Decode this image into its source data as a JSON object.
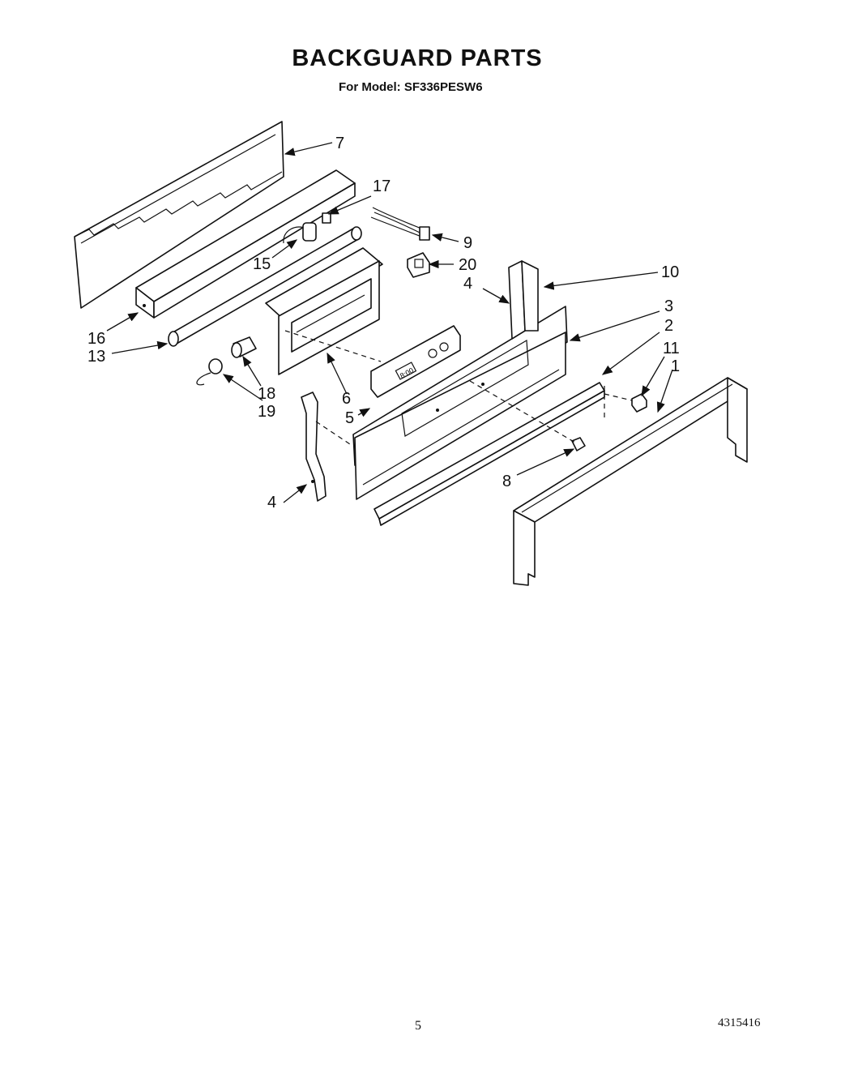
{
  "header": {
    "title": "BACKGUARD PARTS",
    "subtitle": "For Model: SF336PESW6"
  },
  "footer": {
    "page_number": "5",
    "document_number": "4315416"
  },
  "diagram": {
    "panel_display": "8:00",
    "callouts": [
      "7",
      "17",
      "9",
      "20",
      "15",
      "10",
      "4",
      "3",
      "2",
      "16",
      "13",
      "11",
      "1",
      "18",
      "19",
      "6",
      "5",
      "8",
      "4"
    ]
  }
}
